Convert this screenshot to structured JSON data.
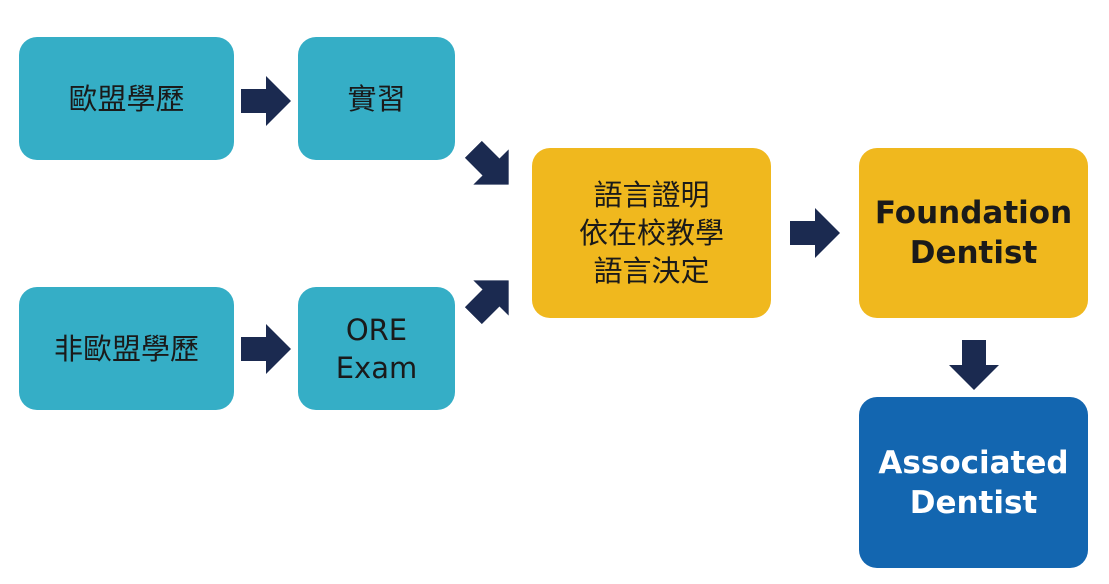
{
  "nodes": {
    "eu_degree": "歐盟學歷",
    "internship": "實習",
    "non_eu_degree": "非歐盟學歷",
    "ore_exam": [
      "ORE",
      "Exam"
    ],
    "language": [
      "語言證明",
      "依在校教學",
      "語言決定"
    ],
    "foundation": [
      "Foundation",
      "Dentist"
    ],
    "associated": [
      "Associated",
      "Dentist"
    ]
  },
  "colors": {
    "teal": "#35AEC6",
    "yellow": "#F0B81E",
    "blue": "#1366B0",
    "arrow": "#1B2A50"
  }
}
